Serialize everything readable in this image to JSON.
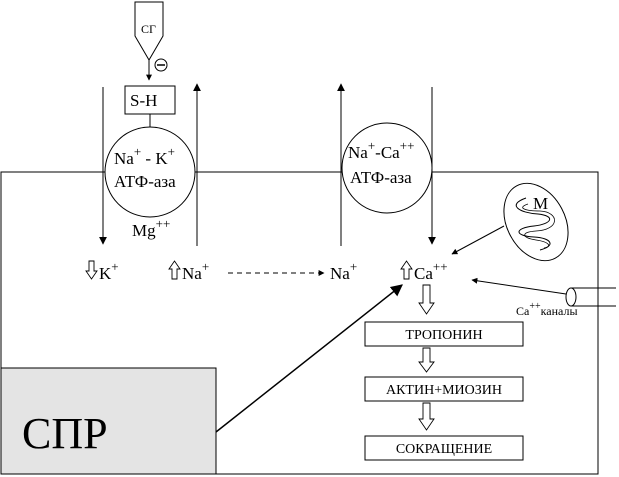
{
  "sg_label": "СГ",
  "inhibit_symbol": "⊖",
  "sh_label": "S-H",
  "pump1": {
    "line1": "Na",
    "sup1": "+",
    "dash": " - ",
    "k": "K",
    "sup2": "+",
    "line2": "АТФ-аза"
  },
  "mg_label": "Mg",
  "mg_sup": "++",
  "pump2": {
    "line1": "Na",
    "sup1": "+",
    "dash": "-",
    "ca": "Ca",
    "sup2": "++",
    "line2": "АТФ-аза"
  },
  "k_label": "K",
  "k_sup": "+",
  "na_in_label": "Na",
  "na_in_sup": "+",
  "na_out_label": "Na",
  "na_out_sup": "+",
  "ca_label": "Ca",
  "ca_sup": "++",
  "mito_label": "М",
  "channel_label": "Ca",
  "channel_sup": "++",
  "channel_word": "каналы",
  "troponin": "ТРОПОНИН",
  "actin_myosin": "АКТИН+МИОЗИН",
  "contraction": "СОКРАЩЕНИЕ",
  "spr_label": "СПР",
  "colors": {
    "line": "#000000",
    "spr_fill": "#e4e4e4",
    "background": "#ffffff"
  }
}
